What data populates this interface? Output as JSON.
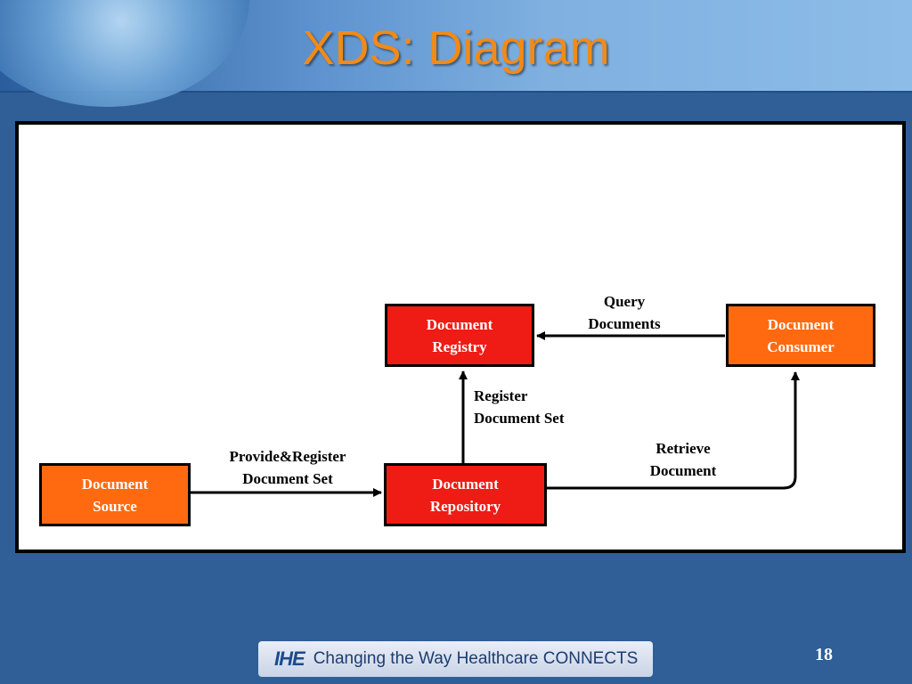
{
  "slide": {
    "title": "XDS: Diagram",
    "page_number": "18"
  },
  "nodes": {
    "registry": "Document\nRegistry",
    "consumer": "Document\nConsumer",
    "source": "Document\nSource",
    "repository": "Document\nRepository"
  },
  "edges": {
    "query": "Query\nDocuments",
    "register": "Register\nDocument Set",
    "provide": "Provide&Register\nDocument Set",
    "retrieve": "Retrieve\nDocument"
  },
  "footer": {
    "logo_text": "IHE",
    "tagline": "Changing the Way Healthcare CONNECTS"
  },
  "colors": {
    "registry_repository_fill": "#ee1c14",
    "source_consumer_fill": "#ff6a10",
    "title_color": "#f28a18",
    "background": "#2f5f96"
  }
}
